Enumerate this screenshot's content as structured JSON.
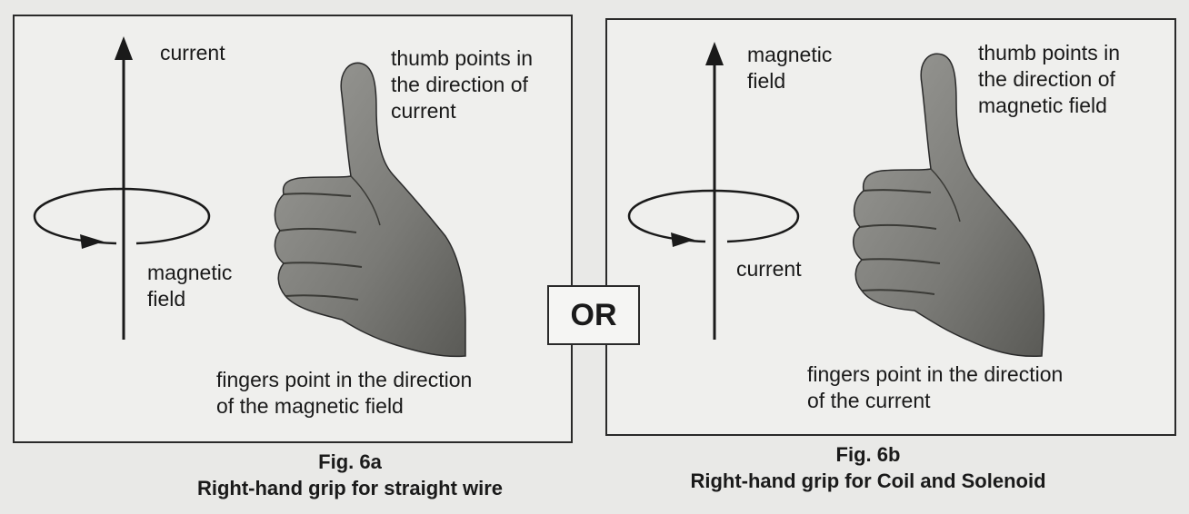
{
  "fig_a": {
    "axis_label": "current",
    "circle_label": "magnetic\nfield",
    "thumb_note": "thumb points in\nthe direction of\ncurrent",
    "fingers_note": "fingers point in the direction\nof the magnetic field",
    "fig_number": "Fig. 6a",
    "fig_caption": "Right-hand grip for straight wire"
  },
  "fig_b": {
    "axis_label": "magnetic\nfield",
    "circle_label": "current",
    "thumb_note": "thumb points in\nthe direction of\nmagnetic field",
    "fingers_note": "fingers point in the direction\nof the current",
    "fig_number": "Fig. 6b",
    "fig_caption": "Right-hand grip for Coil and Solenoid"
  },
  "separator": "OR",
  "colors": {
    "ink": "#1a1a1a",
    "hand_fill": "#8a8a86",
    "hand_shade": "#5e5e5a"
  },
  "icons": {
    "hand": "thumbs-up-hand-icon",
    "arrow": "arrow-up-icon",
    "loop": "circular-arrow-icon"
  }
}
